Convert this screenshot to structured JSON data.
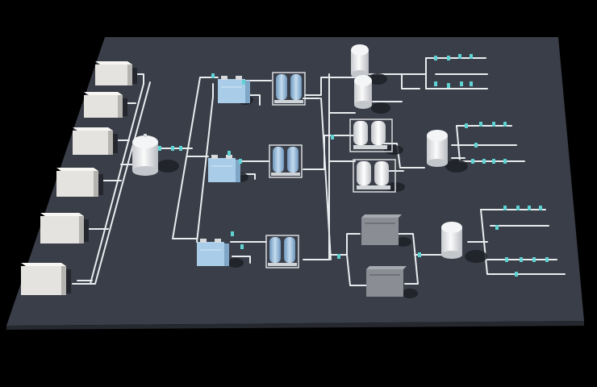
{
  "scene": {
    "description_label": "",
    "colors": {
      "background": "#000000",
      "floor_top": "#3a3e48",
      "floor_edge": "#23262c",
      "pipe": "#e9ecef",
      "valve": "#5fd3d3",
      "compressor": "#e8e6e2",
      "tank": "#e7e8ea",
      "filter_unit": "#a9cde8",
      "dryer": "#8fb6d9",
      "grey_unit": "#8a8d94"
    }
  },
  "equipment": {
    "compressors": {
      "count": 6,
      "icon": "air-compressor-icon"
    },
    "main_receiver": {
      "count": 1,
      "icon": "vertical-tank-icon"
    },
    "filter_units": {
      "count": 3,
      "icon": "filter-housing-icon"
    },
    "twin_tower_dryers": {
      "count": 3,
      "icon": "twin-tower-dryer-icon"
    },
    "secondary_tanks": {
      "count": 4,
      "icon": "vertical-tank-icon"
    },
    "small_dryers": {
      "count": 2,
      "icon": "twin-tower-dryer-icon"
    },
    "grey_cabinets": {
      "count": 2,
      "icon": "cabinet-unit-icon"
    },
    "distribution_headers": {
      "count": 8,
      "icon": "header-with-valves-icon"
    }
  }
}
